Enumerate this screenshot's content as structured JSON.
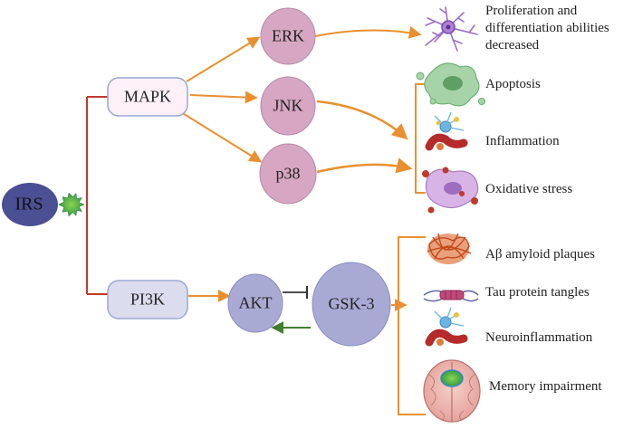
{
  "nodes": {
    "irs": "IRS",
    "mapk": "MAPK",
    "pi3k": "PI3K",
    "erk": "ERK",
    "jnk": "JNK",
    "p38": "p38",
    "akt": "AKT",
    "gsk3": "GSK-3"
  },
  "outcomes": {
    "prolif_line1": "Proliferation and",
    "prolif_line2": "differentiation abilities",
    "prolif_line3": "decreased",
    "apoptosis": "Apoptosis",
    "inflammation": "Inflammation",
    "oxidative": "Oxidative stress",
    "amyloid": "Aβ amyloid plaques",
    "tau": "Tau protein tangles",
    "neuroinflammation": "Neuroinflammation",
    "memory": "Memory impairment"
  },
  "icons": [
    "neuron-icon",
    "apoptotic-cell-icon",
    "inflammation-icon",
    "oxidative-cell-icon",
    "amyloid-plaque-icon",
    "tau-tangle-icon",
    "neuroinflammation-icon",
    "brain-icon",
    "spiky-receptor-icon"
  ],
  "colors": {
    "irs_fill": "#4b4f94",
    "mapk_fill": "#fdf0f6",
    "pi3k_fill": "#dcdcef",
    "mapk_branch_fill": "#d7a6c2",
    "akt_fill": "#a9aad4",
    "mapk_connector": "#c0392b",
    "arrow": "#e8902f",
    "feedback": "#3f7f2e"
  }
}
